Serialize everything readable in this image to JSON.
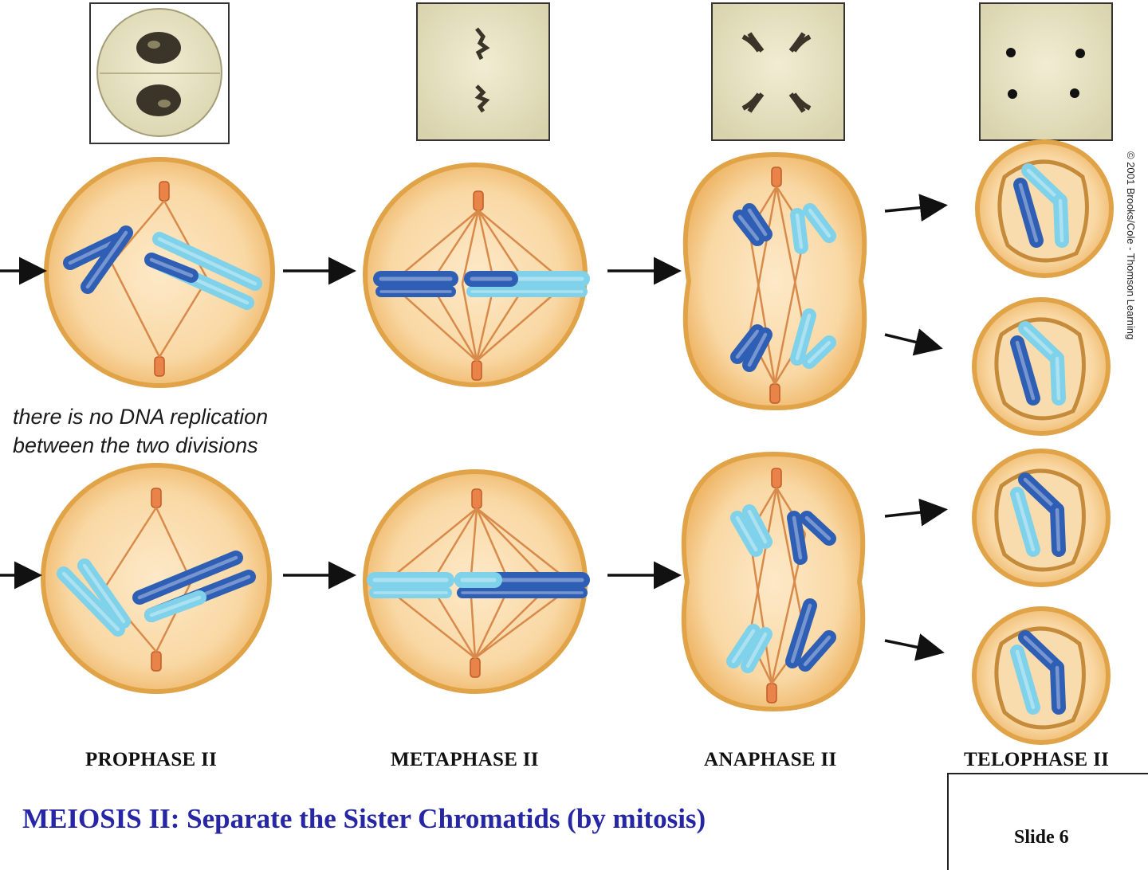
{
  "note": {
    "line1": "there is no DNA replication",
    "line2": "between the two divisions"
  },
  "phases": [
    "PROPHASE II",
    "METAPHASE II",
    "ANAPHASE II",
    "TELOPHASE II"
  ],
  "title": "MEIOSIS II:  Separate the Sister Chromatids (by mitosis)",
  "slide": "Slide 6",
  "copyright": "© 2001 Brooks/Cole - Thomson Learning",
  "colors": {
    "cell_fill": "#f6cf96",
    "cell_rim": "#e0a347",
    "chromosome_dark": "#2f5fb5",
    "chromosome_light": "#7fd2ea",
    "centriole": "#e8834a",
    "micrograph_bg": "#ece8c8",
    "title": "#2727a6"
  }
}
